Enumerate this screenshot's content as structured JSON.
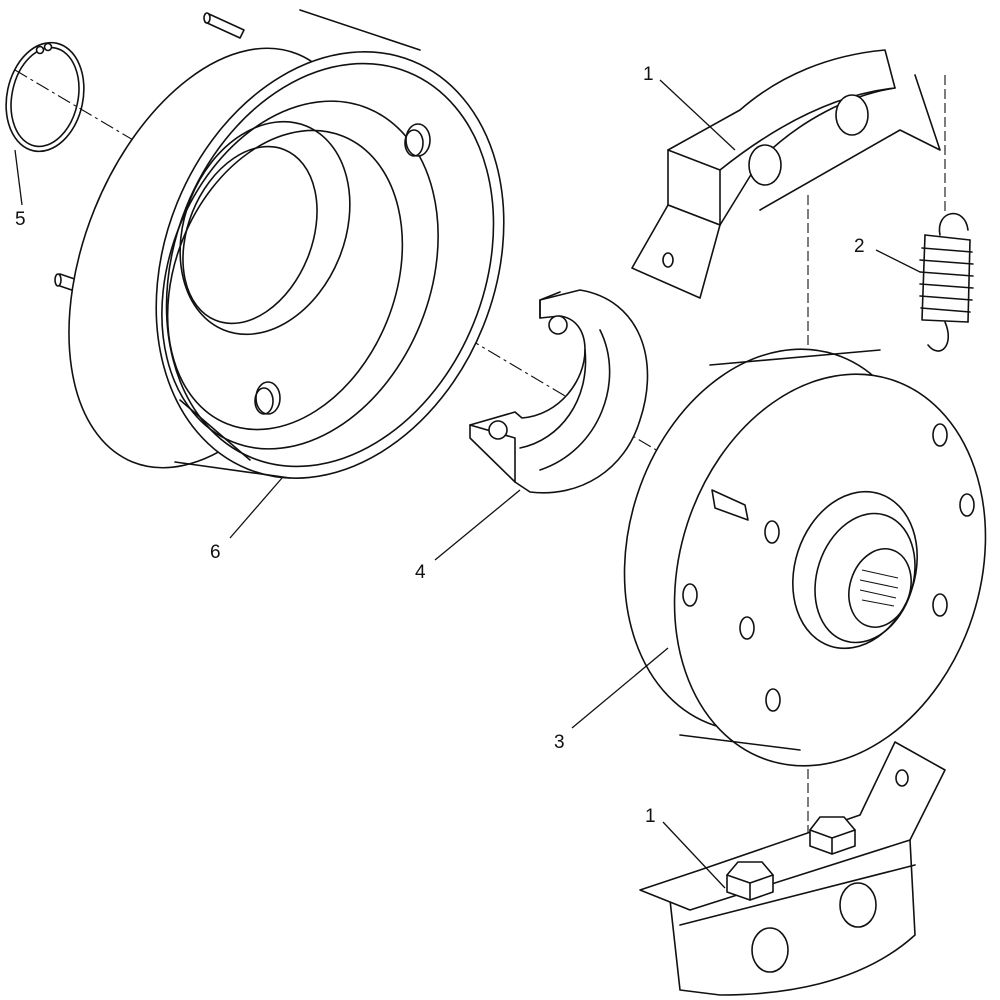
{
  "callouts": {
    "bracket_top": "1",
    "spring": "2",
    "hub": "3",
    "bearing": "4",
    "snap_ring": "5",
    "drum": "6",
    "bracket_bottom": "1"
  }
}
